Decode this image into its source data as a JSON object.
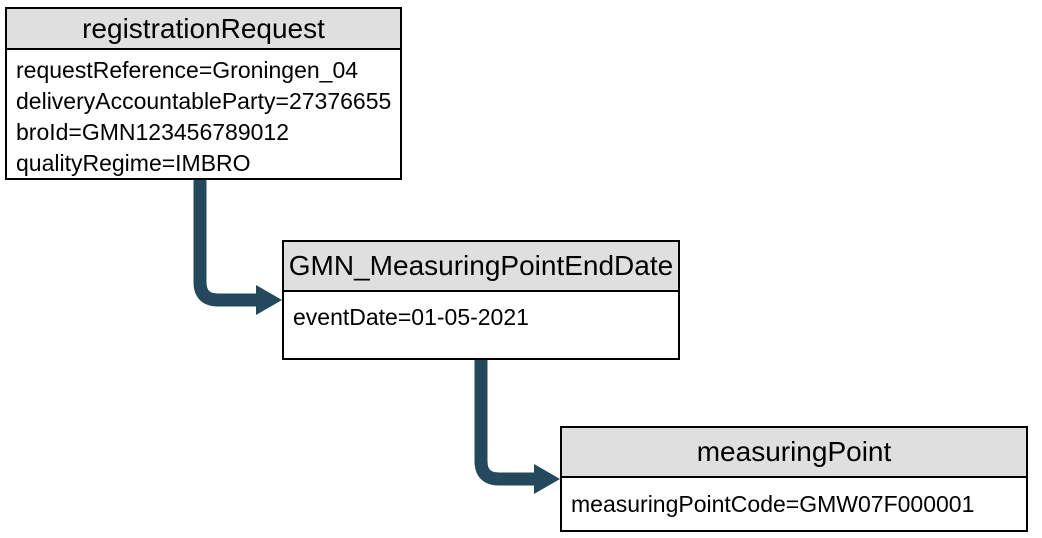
{
  "theme": {
    "arrow-color": "#24485c",
    "header-bg": "#dfdfdf",
    "border-color": "#000000"
  },
  "diagram": {
    "nodes": [
      {
        "title": "registrationRequest",
        "attributes": [
          "requestReference=Groningen_04",
          "deliveryAccountableParty=27376655",
          "broId=GMN123456789012",
          "qualityRegime=IMBRO"
        ]
      },
      {
        "title": "GMN_MeasuringPointEndDate",
        "attributes": [
          "eventDate=01-05-2021"
        ]
      },
      {
        "title": "measuringPoint",
        "attributes": [
          "measuringPointCode=GMW07F000001"
        ]
      }
    ],
    "connectors": [
      {
        "from": "registrationRequest",
        "to": "GMN_MeasuringPointEndDate"
      },
      {
        "from": "GMN_MeasuringPointEndDate",
        "to": "measuringPoint"
      }
    ]
  }
}
